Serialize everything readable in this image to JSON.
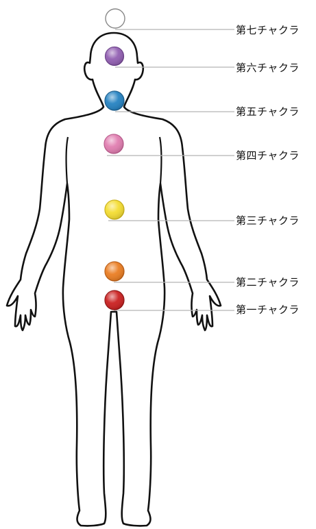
{
  "diagram": {
    "chakras": [
      {
        "label": "第七チャクラ",
        "color": "#ffffff",
        "edge": "#888888"
      },
      {
        "label": "第六チャクラ",
        "color": "#8f5bb0",
        "edge": "#6a3f88"
      },
      {
        "label": "第五チャクラ",
        "color": "#1f7fc0",
        "edge": "#155a8a"
      },
      {
        "label": "第四チャクラ",
        "color": "#e07aae",
        "edge": "#b9588a"
      },
      {
        "label": "第三チャクラ",
        "color": "#f4dc2c",
        "edge": "#c9b016"
      },
      {
        "label": "第二チャクラ",
        "color": "#ea7a1c",
        "edge": "#b95a10"
      },
      {
        "label": "第一チャクラ",
        "color": "#c91a1a",
        "edge": "#8e1010"
      }
    ],
    "line_color": "#b5b5b5",
    "outline_color": "#111111"
  }
}
